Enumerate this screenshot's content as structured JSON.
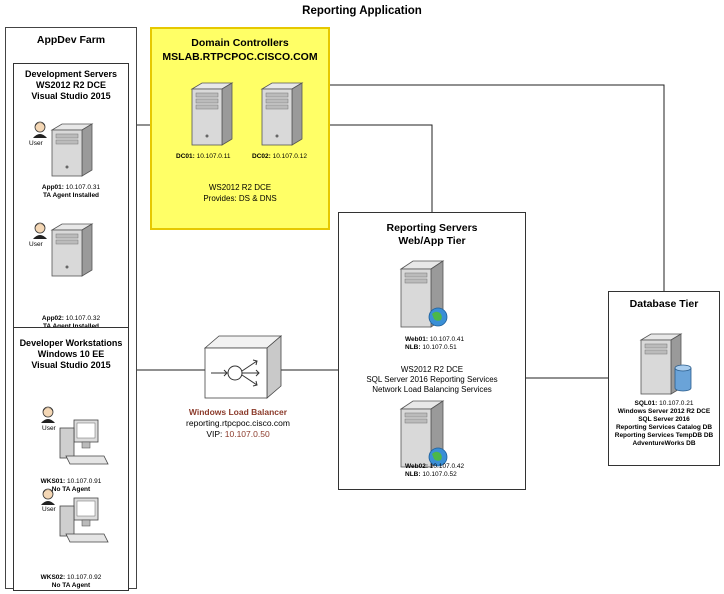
{
  "title": "Reporting Application",
  "appdev": {
    "title": "AppDev Farm",
    "dev_servers": {
      "title": [
        "Development Servers",
        "WS2012 R2 DCE",
        "Visual Studio 2015"
      ],
      "app01": {
        "user": "User",
        "name": "App01:",
        "ip": "10.107.0.31",
        "note": "TA Agent Installed"
      },
      "app02": {
        "user": "User",
        "name": "App02:",
        "ip": "10.107.0.32",
        "note": "TA Agent Installed"
      }
    },
    "workstations": {
      "title": [
        "Developer Workstations",
        "Windows 10 EE",
        "Visual Studio 2015"
      ],
      "wks01": {
        "user": "User",
        "name": "WKS01:",
        "ip": "10.107.0.91",
        "note": "No TA Agent"
      },
      "wks02": {
        "user": "User",
        "name": "WKS02:",
        "ip": "10.107.0.92",
        "note": "No TA Agent"
      }
    }
  },
  "dc": {
    "title": "Domain Controllers",
    "domain": "MSLAB.RTPCPOC.CISCO.COM",
    "dc01": {
      "name": "DC01:",
      "ip": "10.107.0.11"
    },
    "dc02": {
      "name": "DC02:",
      "ip": "10.107.0.12"
    },
    "os": "WS2012 R2 DCE",
    "provides": "Provides: DS & DNS",
    "color": "#ffff66"
  },
  "lb": {
    "title": "Windows Load Balancer",
    "host": "reporting.rtpcpoc.cisco.com",
    "vip_label": "VIP:",
    "vip": "10.107.0.50",
    "title_color": "#8b3a2a"
  },
  "reporting": {
    "title": [
      "Reporting Servers",
      "Web/App Tier"
    ],
    "web01": {
      "name": "Web01:",
      "ip": "10.107.0.41",
      "nlb_label": "NLB:",
      "nlb": "10.107.0.51"
    },
    "web02": {
      "name": "Web02:",
      "ip": "10.107.0.42",
      "nlb_label": "NLB:",
      "nlb": "10.107.0.52"
    },
    "desc": [
      "WS2012 R2 DCE",
      "SQL Server 2016 Reporting Services",
      "Network Load Balancing Services"
    ]
  },
  "db": {
    "title": "Database Tier",
    "name": "SQL01:",
    "ip": "10.107.0.21",
    "desc": [
      "Windows Server 2012 R2 DCE",
      "SQL Server 2016",
      "Reporting Services Catalog DB",
      "Reporting Services TempDB DB",
      "AdventureWorks DB"
    ]
  }
}
